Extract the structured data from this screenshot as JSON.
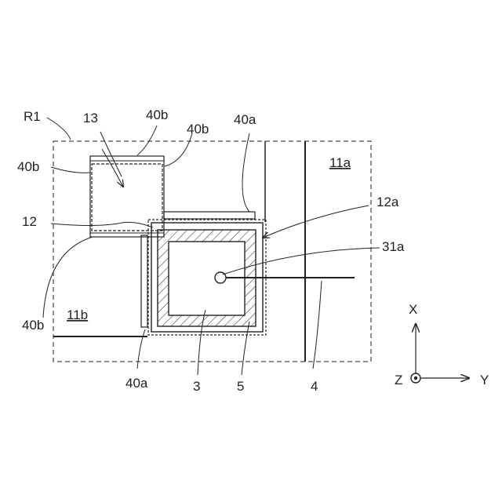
{
  "labels": {
    "r1": "R1",
    "l13": "13",
    "l40b_top_a": "40b",
    "l40b_top_b": "40b",
    "l40a_top": "40a",
    "l40b_left": "40b",
    "l11a": "11a",
    "l12a": "12a",
    "l12": "12",
    "l31a": "31a",
    "l40b_bottom": "40b",
    "l11b": "11b",
    "l40a_bottom": "40a",
    "l3": "3",
    "l5": "5",
    "l4": "4"
  },
  "axes": {
    "x": "X",
    "y": "Y",
    "z": "Z"
  }
}
